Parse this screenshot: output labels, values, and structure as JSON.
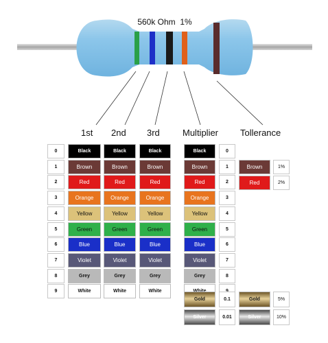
{
  "title": "560k Ohm  1%",
  "headers": [
    "1st",
    "2nd",
    "3rd",
    "Multiplier",
    "Tollerance"
  ],
  "resistor_bands": [
    {
      "color": "#2aa048"
    },
    {
      "color": "#1d2fc8"
    },
    {
      "color": "#1a1a1a"
    },
    {
      "color": "#e0601a"
    },
    {
      "color": "#5a2c2c"
    }
  ],
  "digits": [
    {
      "digit": "0",
      "name": "Black",
      "bg": "#000000",
      "fg": "#ffffff",
      "multiplier": "0"
    },
    {
      "digit": "1",
      "name": "Brown",
      "bg": "#6b3a36",
      "fg": "#ffffff",
      "multiplier": "1"
    },
    {
      "digit": "2",
      "name": "Red",
      "bg": "#e01a1a",
      "fg": "#ffffff",
      "multiplier": "2"
    },
    {
      "digit": "3",
      "name": "Orange",
      "bg": "#e8741e",
      "fg": "#ffffff",
      "multiplier": "3"
    },
    {
      "digit": "4",
      "name": "Yellow",
      "bg": "#dcc27a",
      "fg": "#111111",
      "multiplier": "4"
    },
    {
      "digit": "5",
      "name": "Green",
      "bg": "#2fb04a",
      "fg": "#111111",
      "multiplier": "5"
    },
    {
      "digit": "6",
      "name": "Blue",
      "bg": "#1a2fc8",
      "fg": "#ffffff",
      "multiplier": "6"
    },
    {
      "digit": "7",
      "name": "Violet",
      "bg": "#585878",
      "fg": "#ffffff",
      "multiplier": "7"
    },
    {
      "digit": "8",
      "name": "Grey",
      "bg": "#b9b9b9",
      "fg": "#111111",
      "multiplier": "8"
    },
    {
      "digit": "9",
      "name": "White",
      "bg": "#ffffff",
      "fg": "#111111",
      "multiplier": "9"
    }
  ],
  "special_multipliers": [
    {
      "name": "Gold",
      "value": "0.1",
      "bg": "#a88f56",
      "fg": "#111111"
    },
    {
      "name": "Silver",
      "value": "0.01",
      "bg": "#8a8a8a",
      "fg": "#ffffff"
    }
  ],
  "tolerances": [
    {
      "name": "Brown",
      "value": "1%",
      "bg": "#6b3a36",
      "fg": "#ffffff"
    },
    {
      "name": "Red",
      "value": "2%",
      "bg": "#e01a1a",
      "fg": "#ffffff"
    },
    {
      "name": "Gold",
      "value": "5%",
      "bg": "#a88f56",
      "fg": "#111111"
    },
    {
      "name": "Silver",
      "value": "10%",
      "bg": "#8a8a8a",
      "fg": "#ffffff"
    }
  ]
}
